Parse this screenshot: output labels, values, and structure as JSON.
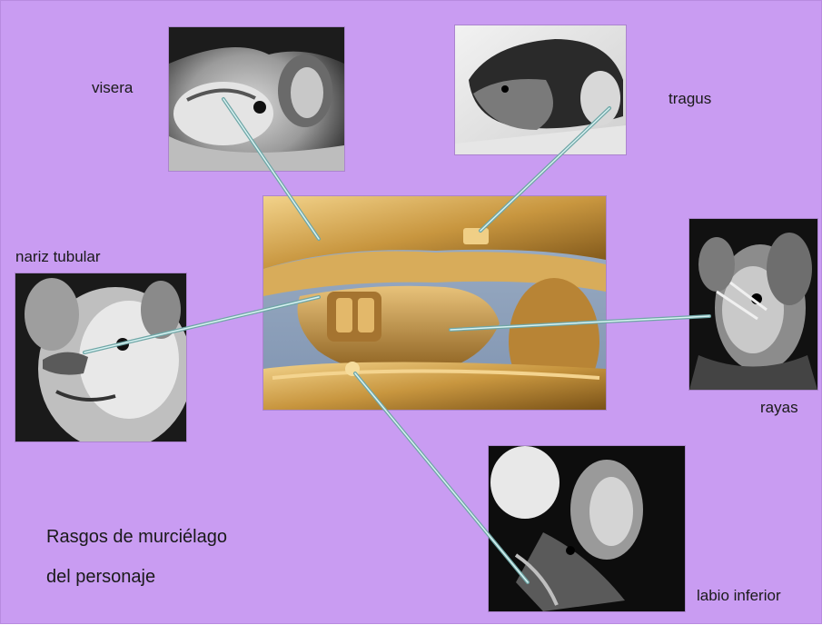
{
  "labels": {
    "visera": "visera",
    "tragus": "tragus",
    "nariz": "nariz tubular",
    "rayas": "rayas",
    "labio": "labio inferior"
  },
  "caption": {
    "line1": "Rasgos de murciélago",
    "line2": "del personaje"
  },
  "colors": {
    "background": "#c99cf2",
    "pointer": "#7fb3b3",
    "gold": "#c8963f"
  }
}
